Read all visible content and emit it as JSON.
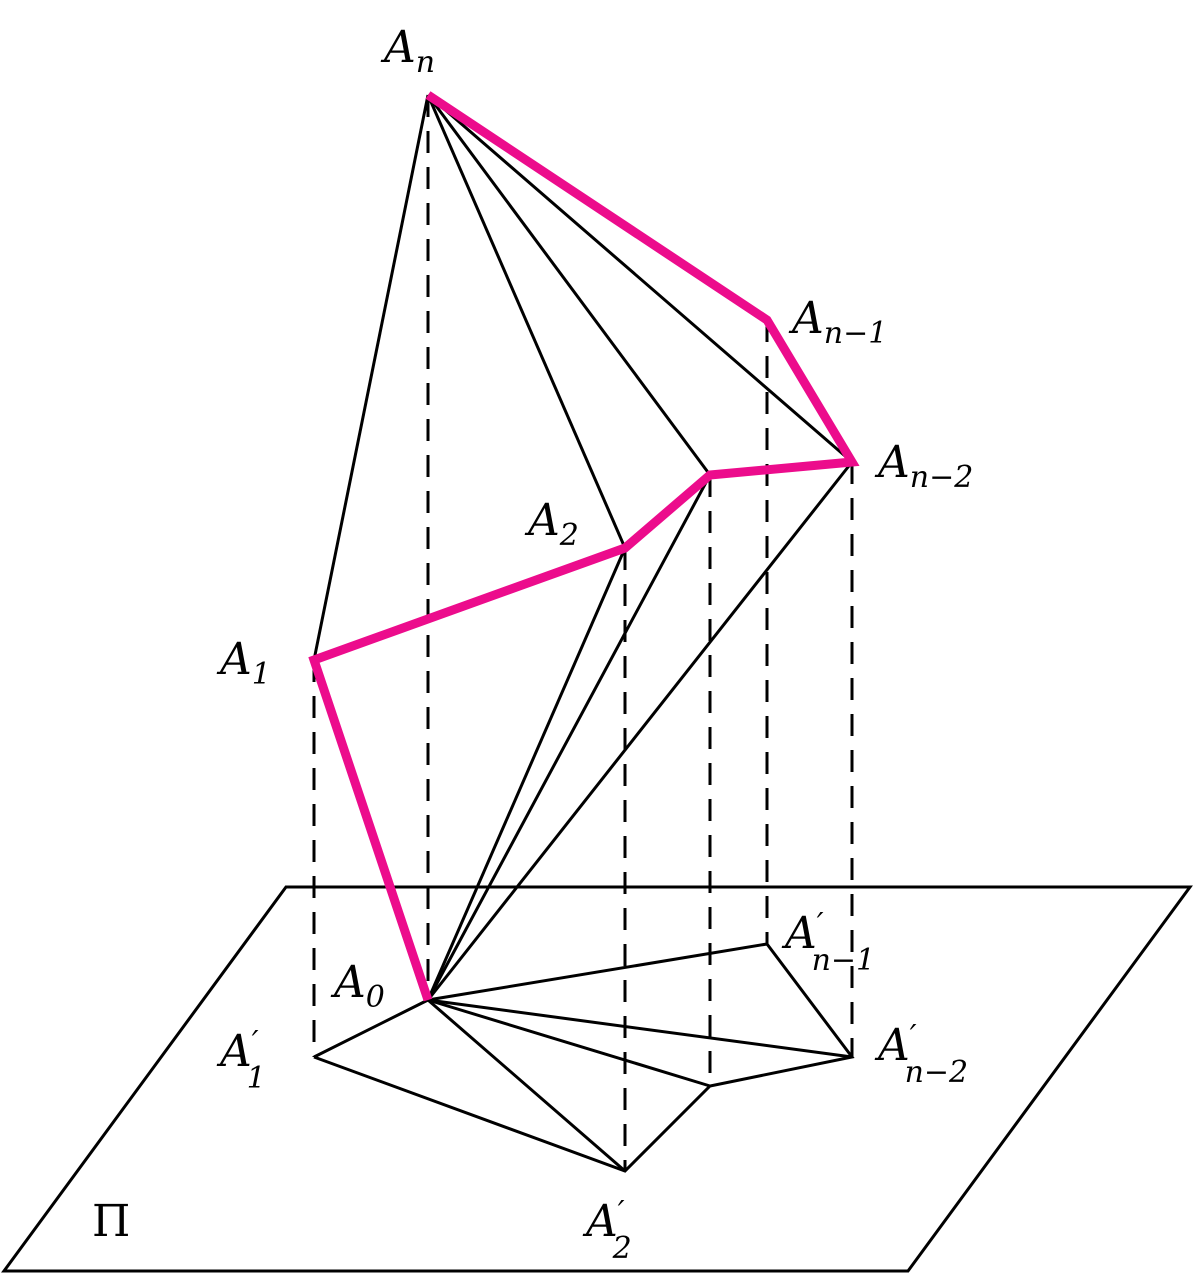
{
  "colors": {
    "ink": "#000000",
    "highlight": "#ec0c8c",
    "background": "#ffffff"
  },
  "labels": {
    "plane": "Π",
    "A_n": {
      "base": "A",
      "prime": "",
      "sub": "n"
    },
    "A_n_minus_1": {
      "base": "A",
      "prime": "",
      "sub": "n−1"
    },
    "A_n_minus_2": {
      "base": "A",
      "prime": "",
      "sub": "n−2"
    },
    "A_2": {
      "base": "A",
      "prime": "",
      "sub": "2"
    },
    "A_1": {
      "base": "A",
      "prime": "",
      "sub": "1"
    },
    "A_0": {
      "base": "A",
      "prime": "",
      "sub": "0"
    },
    "A_n_minus_1_prime": {
      "base": "A",
      "prime": "′",
      "sub": "n−1"
    },
    "A_n_minus_2_prime": {
      "base": "A",
      "prime": "′",
      "sub": "n−2"
    },
    "A_1_prime": {
      "base": "A",
      "prime": "′",
      "sub": "1"
    },
    "A_2_prime": {
      "base": "A",
      "prime": "′",
      "sub": "2"
    }
  }
}
